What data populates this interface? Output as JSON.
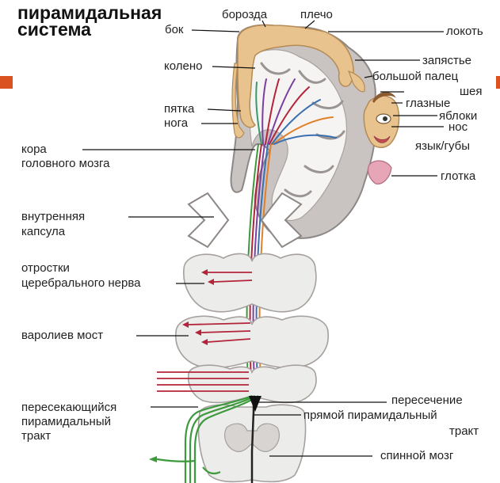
{
  "title": {
    "line1": "пирамидальная",
    "line2": "система"
  },
  "labels": {
    "borozda": "борозда",
    "plecho": "плечо",
    "bok": "бок",
    "lokot": "локоть",
    "koleno": "колено",
    "zapyastye": "запястье",
    "bolshoy_palets": "большой палец",
    "sheya": "шея",
    "glaznye": "глазные",
    "yabloki": "яблоки",
    "nos": "нос",
    "pyatka": "пятка",
    "noga": "нога",
    "yazyk_guby": "язык/губы",
    "kora_line1": "кора",
    "kora_line2": "головного мозга",
    "glotka": "глотка",
    "kapsula_line1": "внутренняя",
    "kapsula_line2": "капсула",
    "otrostki_line1": "отростки",
    "otrostki_line2": "церебрального нерва",
    "most": "варолиев мост",
    "peresechenie": "пересечение",
    "peresek_line1": "пересекающийся",
    "peresek_line2": "пирамидальный",
    "peresek_line3": "тракт",
    "pryamoy_line1": "прямой пирамидальный",
    "pryamoy_line2": "тракт",
    "spinnoy": "спинной мозг"
  },
  "colors": {
    "homunculus": "#e8c38d",
    "brain_gray": "#bdb8b6",
    "tract_red": "#b3243a",
    "tract_green": "#3c9a3c",
    "tract_purple": "#7b3fa0",
    "tract_blue": "#3a6fb0",
    "tract_orange": "#e0802a",
    "accent_bar": "#d9521f"
  }
}
